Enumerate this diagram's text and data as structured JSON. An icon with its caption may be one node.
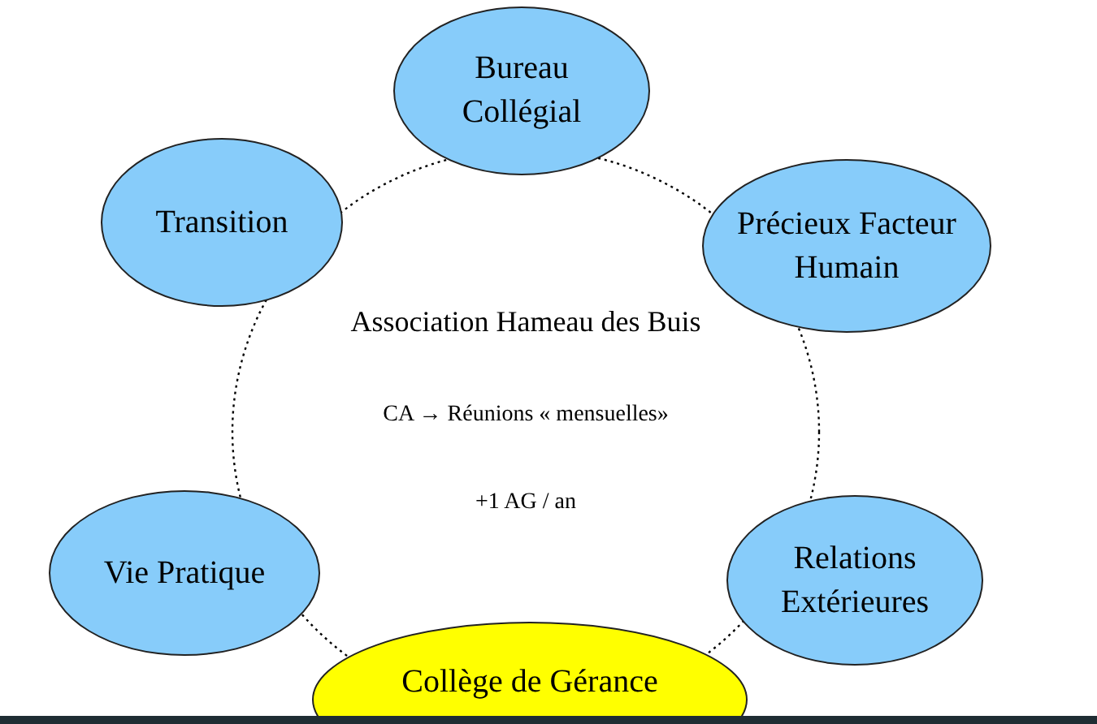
{
  "diagram": {
    "nodes": [
      {
        "text": [
          "Association Hameau des Buis",
          "CA → Réunions « mensuelles»",
          "+1 AG / an"
        ]
      },
      {
        "text": [
          "Bureau Collégial"
        ]
      },
      {
        "text": [
          "Transition"
        ]
      },
      {
        "text": [
          "Précieux Facteur Humain"
        ]
      },
      {
        "text": [
          "Vie Pratique"
        ]
      },
      {
        "text": [
          "Relations Extérieures"
        ]
      },
      {
        "text": [
          "Collège de Gérance"
        ]
      }
    ]
  }
}
